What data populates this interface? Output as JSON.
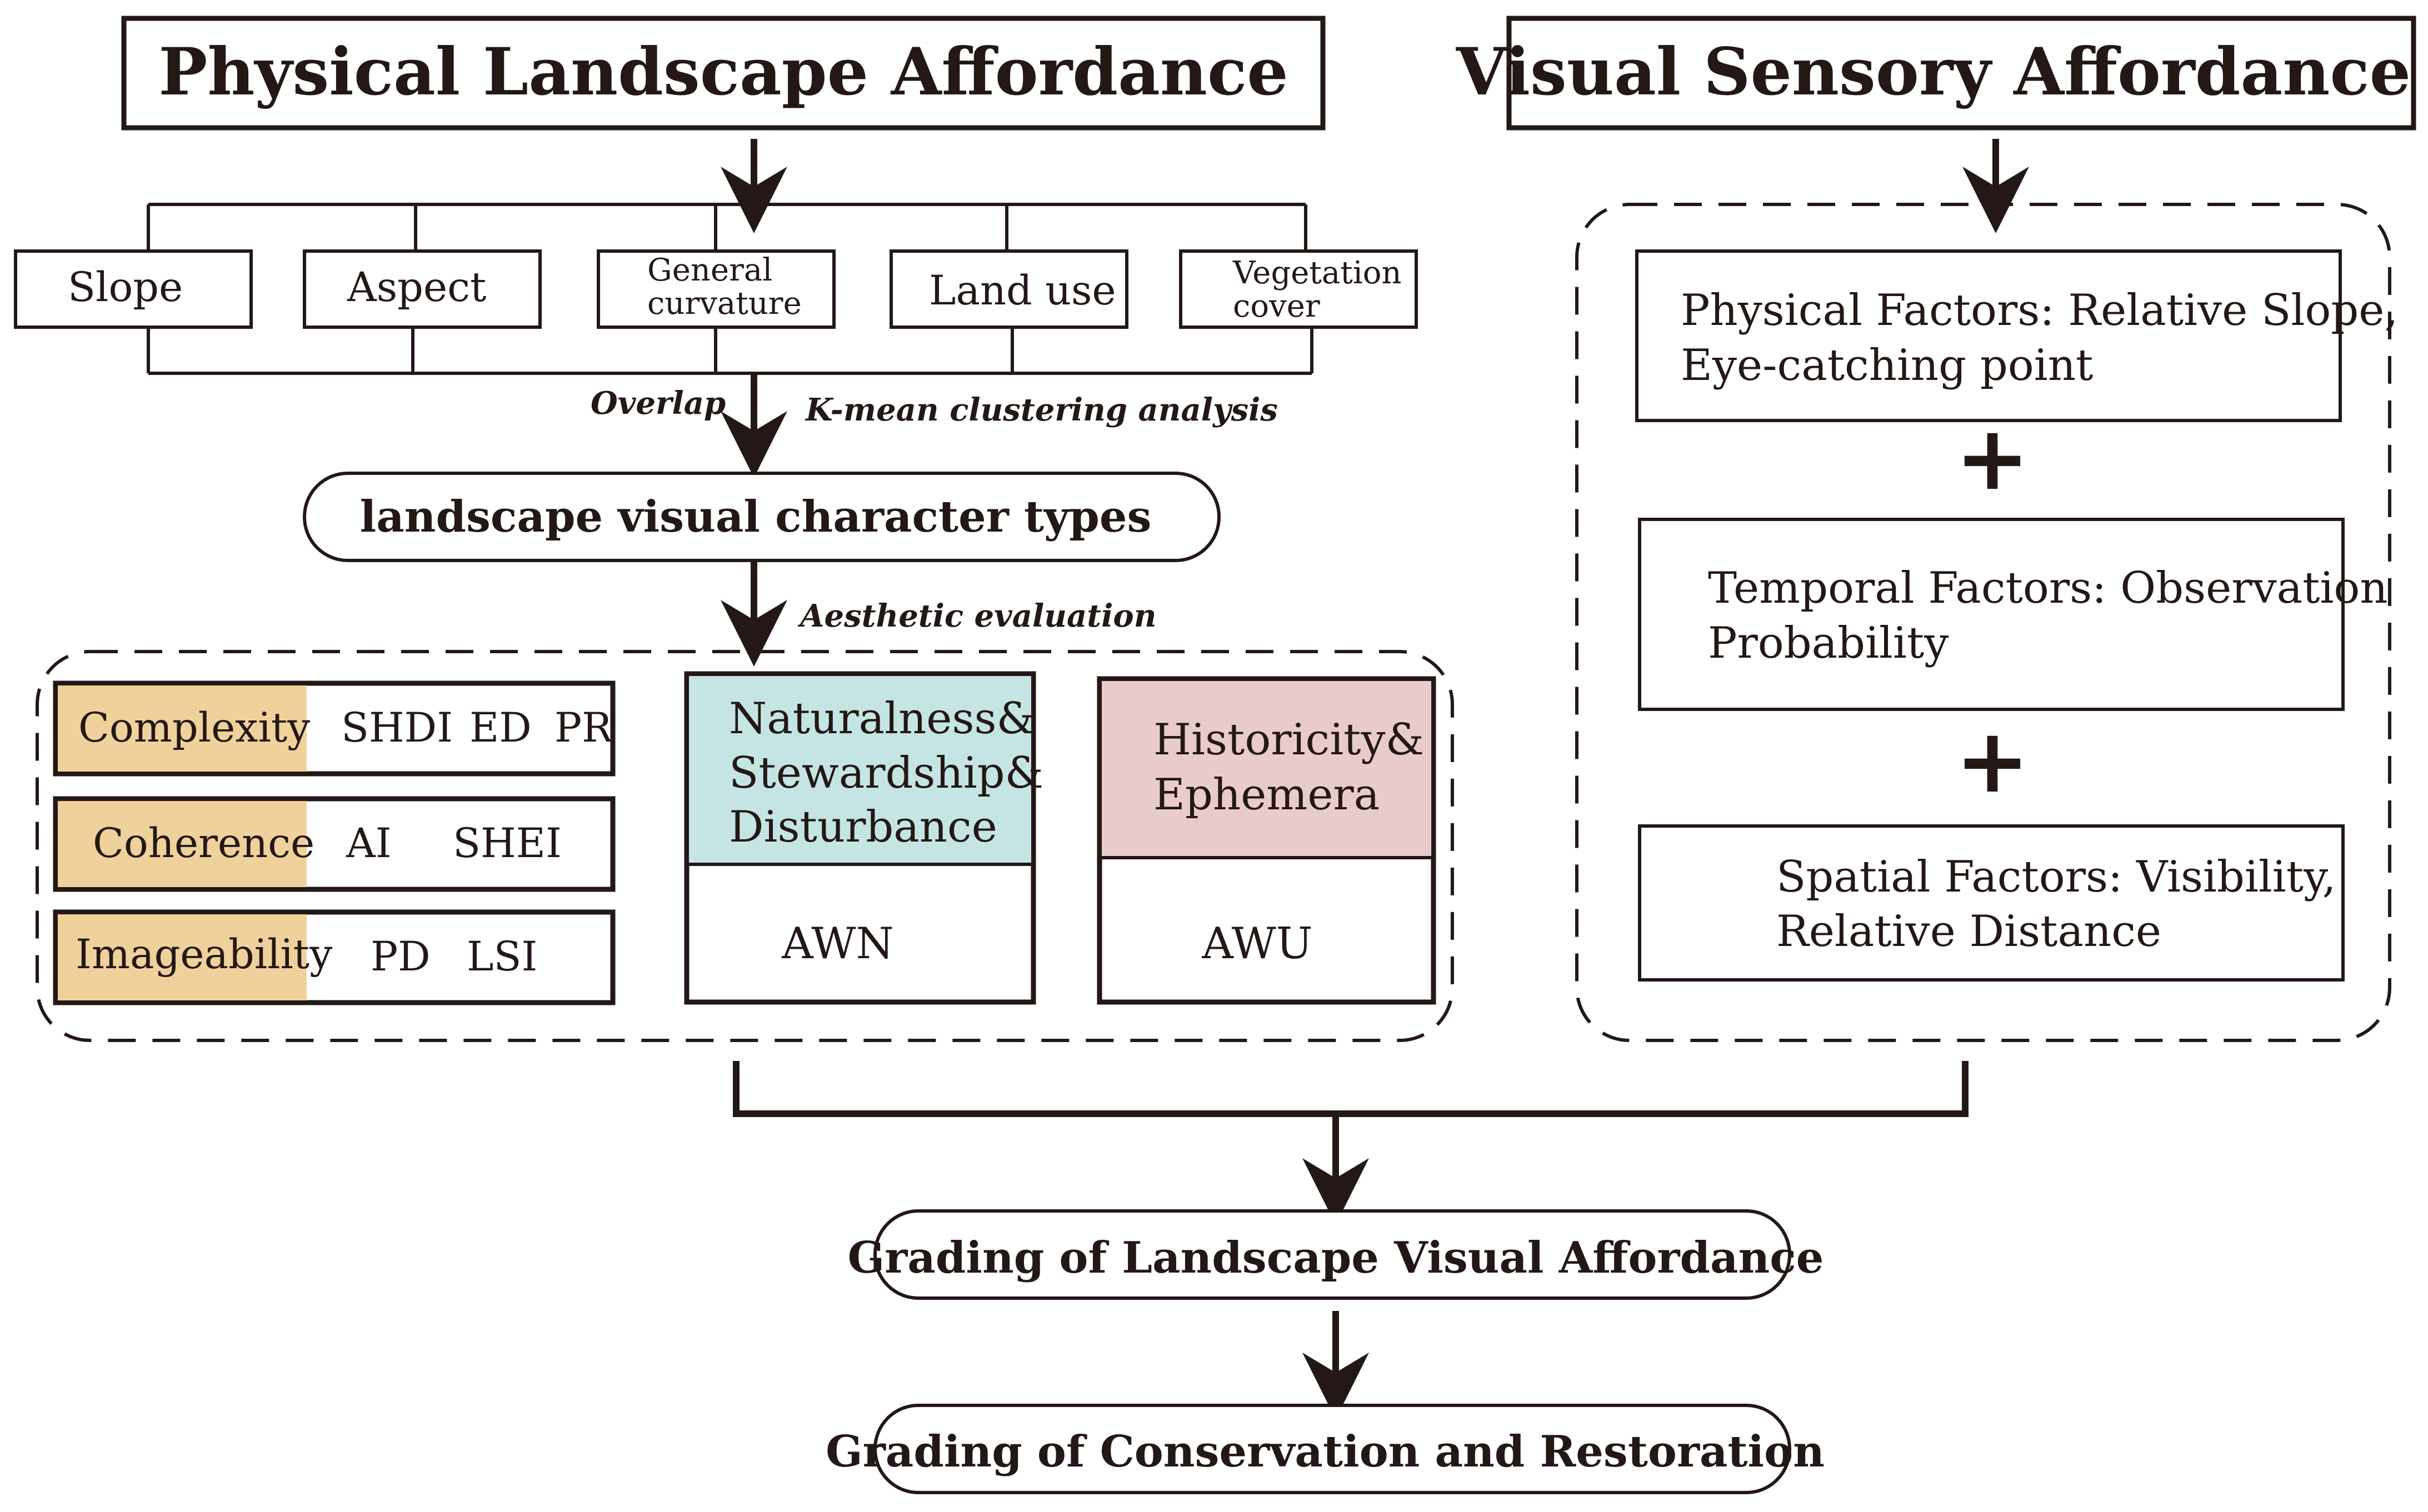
{
  "titles": {
    "physical": "Physical Landscape Affordance",
    "visual": "Visual Sensory Affordance"
  },
  "factors": {
    "slope": "Slope",
    "aspect": "Aspect",
    "curvature_l1": "General",
    "curvature_l2": "curvature",
    "land_use": "Land use",
    "vegetation_l1": "Vegetation",
    "vegetation_l2": "cover"
  },
  "notes": {
    "overlap": "Overlap",
    "kmean": "K-mean clustering analysis",
    "aesthetic": "Aesthetic evaluation"
  },
  "character_types": "landscape visual character types",
  "metrics": {
    "complexity": {
      "label": "Complexity",
      "m1": "SHDI",
      "m2": "ED",
      "m3": "PR"
    },
    "coherence": {
      "label": "Coherence",
      "m1": "AI",
      "m2": "SHEI"
    },
    "imageability": {
      "label": "Imageability",
      "m1": "PD",
      "m2": "LSI"
    }
  },
  "naturalness": {
    "l1": "Naturalness&",
    "l2": "Stewardship&",
    "l3": "Disturbance",
    "index": "AWN"
  },
  "historicity": {
    "l1": "Historicity&",
    "l2": "Ephemera",
    "index": "AWU"
  },
  "visual_factors": {
    "physical_l1": "Physical Factors: Relative Slope,",
    "physical_l2": "Eye-catching point",
    "temporal_l1": "Temporal Factors: Observation",
    "temporal_l2": "Probability",
    "spatial_l1": "Spatial Factors: Visibility,",
    "spatial_l2": "Relative Distance",
    "plus": "+"
  },
  "grading": {
    "affordance": "Grading of Landscape Visual Affordance",
    "conservation": "Grading of Conservation and Restoration"
  },
  "colors": {
    "ink": "#231815",
    "tan": "#efd19b",
    "teal": "#c4e5e3",
    "pink": "#eacbcb"
  }
}
